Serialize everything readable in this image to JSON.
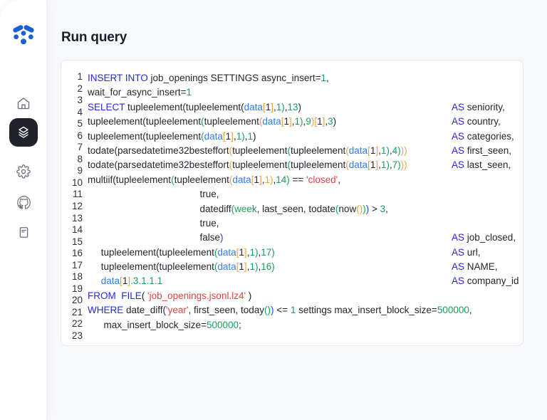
{
  "app": {
    "title": "Run query"
  },
  "colors": {
    "logo_blue": "#1a60d2",
    "sidebar_active_bg": "#20232c",
    "icon_gray": "#666e7e",
    "main_bg": "#f7f8fa",
    "card_border": "#e6e8ee",
    "syntax": {
      "kw": "#2727e6",
      "t": "#24262f",
      "d": "#2e7de9",
      "g": "#16a05a",
      "o": "#f0a23c",
      "r": "#df4440",
      "b": "#2f3ee8"
    }
  },
  "sidebar": {
    "items": [
      {
        "id": "home",
        "icon": "home-icon",
        "active": false
      },
      {
        "id": "queries",
        "icon": "layers-icon",
        "active": true
      },
      {
        "id": "settings",
        "icon": "gear-icon",
        "active": false
      },
      {
        "id": "github",
        "icon": "github-icon",
        "active": false
      },
      {
        "id": "docs",
        "icon": "document-icon",
        "active": false
      }
    ]
  },
  "editor": {
    "line_numbers": [
      1,
      2,
      3,
      4,
      5,
      6,
      7,
      8,
      9,
      10,
      11,
      12,
      13,
      14,
      15,
      16,
      17,
      18,
      19,
      20,
      21,
      22,
      23
    ],
    "rows": [
      {
        "s": [
          [
            "INSERT INTO",
            "kw"
          ],
          [
            " job_openings SETTINGS async_insert=",
            "t"
          ],
          [
            "1",
            "g"
          ],
          [
            ",",
            "t"
          ]
        ]
      },
      {
        "s": [
          [
            "wait_for_async_insert=",
            "t"
          ],
          [
            "1",
            "g"
          ]
        ]
      },
      {
        "s": [
          [
            "SELECT",
            "kw"
          ],
          [
            " tupleelement(tupleelement(",
            "t"
          ],
          [
            "data",
            "d"
          ],
          [
            "[",
            "o"
          ],
          [
            "1",
            "t"
          ],
          [
            "]",
            "o"
          ],
          [
            ",",
            "t"
          ],
          [
            "1",
            "g"
          ],
          [
            ")",
            "g"
          ],
          [
            ",",
            "t"
          ],
          [
            "13",
            "g"
          ],
          [
            ")",
            "t"
          ]
        ],
        "as": [
          "AS",
          "seniority,"
        ]
      },
      {
        "s": [
          [
            "tupleelement(tupleelement",
            "t"
          ],
          [
            "(",
            "g"
          ],
          [
            "tupleelement",
            "t"
          ],
          [
            "(",
            "o"
          ],
          [
            "data",
            "d"
          ],
          [
            "[",
            "o"
          ],
          [
            "1",
            "t"
          ],
          [
            "]",
            "o"
          ],
          [
            ",",
            "t"
          ],
          [
            "1",
            "g"
          ],
          [
            ")",
            "g"
          ],
          [
            ",",
            "t"
          ],
          [
            "9",
            "g"
          ],
          [
            ")",
            "o"
          ],
          [
            "[",
            "o"
          ],
          [
            "1",
            "t"
          ],
          [
            "]",
            "o"
          ],
          [
            ",",
            "t"
          ],
          [
            "3",
            "g"
          ],
          [
            ")",
            "t"
          ]
        ],
        "as": [
          "AS",
          "country,"
        ]
      },
      {
        "s": [
          [
            "tupleelement(tupleelement",
            "t"
          ],
          [
            "(",
            "g"
          ],
          [
            "data",
            "d"
          ],
          [
            "[",
            "o"
          ],
          [
            "1",
            "t"
          ],
          [
            "]",
            "o"
          ],
          [
            ",",
            "t"
          ],
          [
            "1",
            "g"
          ],
          [
            ")",
            "g"
          ],
          [
            ",",
            "t"
          ],
          [
            "1",
            "g"
          ],
          [
            ")",
            "t"
          ]
        ],
        "as": [
          "AS",
          "categories,"
        ]
      },
      {
        "s": [
          [
            "todate(parsedatetime32besteffort",
            "t"
          ],
          [
            "(",
            "o"
          ],
          [
            "tupleelement",
            "t"
          ],
          [
            "(",
            "g"
          ],
          [
            "tupleelement",
            "t"
          ],
          [
            "(",
            "o"
          ],
          [
            "data",
            "d"
          ],
          [
            "[",
            "o"
          ],
          [
            "1",
            "t"
          ],
          [
            "]",
            "o"
          ],
          [
            ",",
            "t"
          ],
          [
            "1",
            "g"
          ],
          [
            ")",
            "g"
          ],
          [
            ",",
            "t"
          ],
          [
            "4",
            "g"
          ],
          [
            ")",
            "g"
          ],
          [
            "))",
            "o"
          ]
        ],
        "as": [
          "AS",
          "first_seen,"
        ]
      },
      {
        "s": [
          [
            "todate(parsedatetime32besteffort",
            "t"
          ],
          [
            "(",
            "o"
          ],
          [
            "tupleelement",
            "t"
          ],
          [
            "(",
            "g"
          ],
          [
            "tupleelement",
            "t"
          ],
          [
            "(",
            "o"
          ],
          [
            "data",
            "d"
          ],
          [
            "[",
            "o"
          ],
          [
            "1",
            "t"
          ],
          [
            "]",
            "o"
          ],
          [
            ",",
            "t"
          ],
          [
            "1",
            "g"
          ],
          [
            ")",
            "g"
          ],
          [
            ",",
            "t"
          ],
          [
            "7",
            "g"
          ],
          [
            ")",
            "g"
          ],
          [
            "))",
            "o"
          ]
        ],
        "as": [
          "AS",
          "last_seen,"
        ]
      },
      {
        "s": [
          [
            "multiif(tupleelement",
            "t"
          ],
          [
            "(",
            "g"
          ],
          [
            "tupleelement",
            "t"
          ],
          [
            "(",
            "o"
          ],
          [
            "data",
            "d"
          ],
          [
            "[",
            "o"
          ],
          [
            "1",
            "t"
          ],
          [
            "]",
            "o"
          ],
          [
            ",",
            "t"
          ],
          [
            "1",
            "o"
          ],
          [
            ")",
            "o"
          ],
          [
            ",",
            "t"
          ],
          [
            "14",
            "g"
          ],
          [
            ")",
            "g"
          ],
          [
            " == ",
            "t"
          ],
          [
            "'closed'",
            "r"
          ],
          [
            ",",
            "t"
          ]
        ]
      },
      {
        "s": [
          [
            "                                          true,",
            "t"
          ]
        ]
      },
      {
        "s": [
          [
            "                                          datediff",
            "t"
          ],
          [
            "(",
            "g"
          ],
          [
            "week",
            "g"
          ],
          [
            ", last_seen, todate",
            "t"
          ],
          [
            "(",
            "g"
          ],
          [
            "now",
            "t"
          ],
          [
            "(",
            "o"
          ],
          [
            ")",
            "o"
          ],
          [
            ")",
            "g"
          ],
          [
            ")",
            "b"
          ],
          [
            " > ",
            "t"
          ],
          [
            "3",
            "g"
          ],
          [
            ",",
            "t"
          ]
        ]
      },
      {
        "s": [
          [
            "                                          true,",
            "t"
          ]
        ]
      },
      {
        "s": [
          [
            "                                          false",
            "t"
          ],
          [
            ")",
            "b"
          ]
        ],
        "as": [
          "AS",
          "job_closed,"
        ]
      },
      {
        "s": [
          [
            "     tupleelement(tupleelement",
            "t"
          ],
          [
            "(",
            "g"
          ],
          [
            "data",
            "d"
          ],
          [
            "[",
            "o"
          ],
          [
            "1",
            "t"
          ],
          [
            "]",
            "o"
          ],
          [
            ",",
            "t"
          ],
          [
            "1",
            "g"
          ],
          [
            ")",
            "g"
          ],
          [
            ",",
            "t"
          ],
          [
            "17",
            "g"
          ],
          [
            ")",
            "g"
          ]
        ],
        "as": [
          "AS",
          "url,"
        ]
      },
      {
        "s": [
          [
            "     tupleelement(tupleelement",
            "t"
          ],
          [
            "(",
            "g"
          ],
          [
            "data",
            "d"
          ],
          [
            "[",
            "o"
          ],
          [
            "1",
            "t"
          ],
          [
            "]",
            "o"
          ],
          [
            ",",
            "t"
          ],
          [
            "1",
            "g"
          ],
          [
            ")",
            "g"
          ],
          [
            ",",
            "t"
          ],
          [
            "16",
            "g"
          ],
          [
            ")",
            "g"
          ]
        ],
        "as": [
          "AS",
          "NAME,"
        ]
      },
      {
        "s": [
          [
            "     ",
            "t"
          ],
          [
            "data",
            "d"
          ],
          [
            "[",
            "o"
          ],
          [
            "1",
            "t"
          ],
          [
            "]",
            "o"
          ],
          [
            ".3.1.1.1",
            "g"
          ]
        ],
        "as": [
          "AS",
          "company_id"
        ]
      },
      {
        "s": [
          [
            "FROM",
            "kw"
          ],
          [
            "  ",
            "t"
          ],
          [
            "FILE",
            "kw"
          ],
          [
            "( ",
            "t"
          ],
          [
            "'job_openings.jsonl.lz4'",
            "r"
          ],
          [
            " )",
            "t"
          ]
        ]
      },
      {
        "s": [
          [
            "WHERE",
            "kw"
          ],
          [
            " date_diff(",
            "t"
          ],
          [
            "'year'",
            "r"
          ],
          [
            ", first_seen, today",
            "t"
          ],
          [
            "(",
            "g"
          ],
          [
            ")",
            "g"
          ],
          [
            ")",
            "b"
          ],
          [
            " <= ",
            "t"
          ],
          [
            "1",
            "g"
          ],
          [
            " settings max_insert_block_size=",
            "t"
          ],
          [
            "500000",
            "g"
          ],
          [
            ",",
            "t"
          ]
        ]
      },
      {
        "s": [
          [
            "      max_insert_block_size=",
            "t"
          ],
          [
            "500000",
            "g"
          ],
          [
            ";",
            "t"
          ]
        ]
      }
    ]
  }
}
